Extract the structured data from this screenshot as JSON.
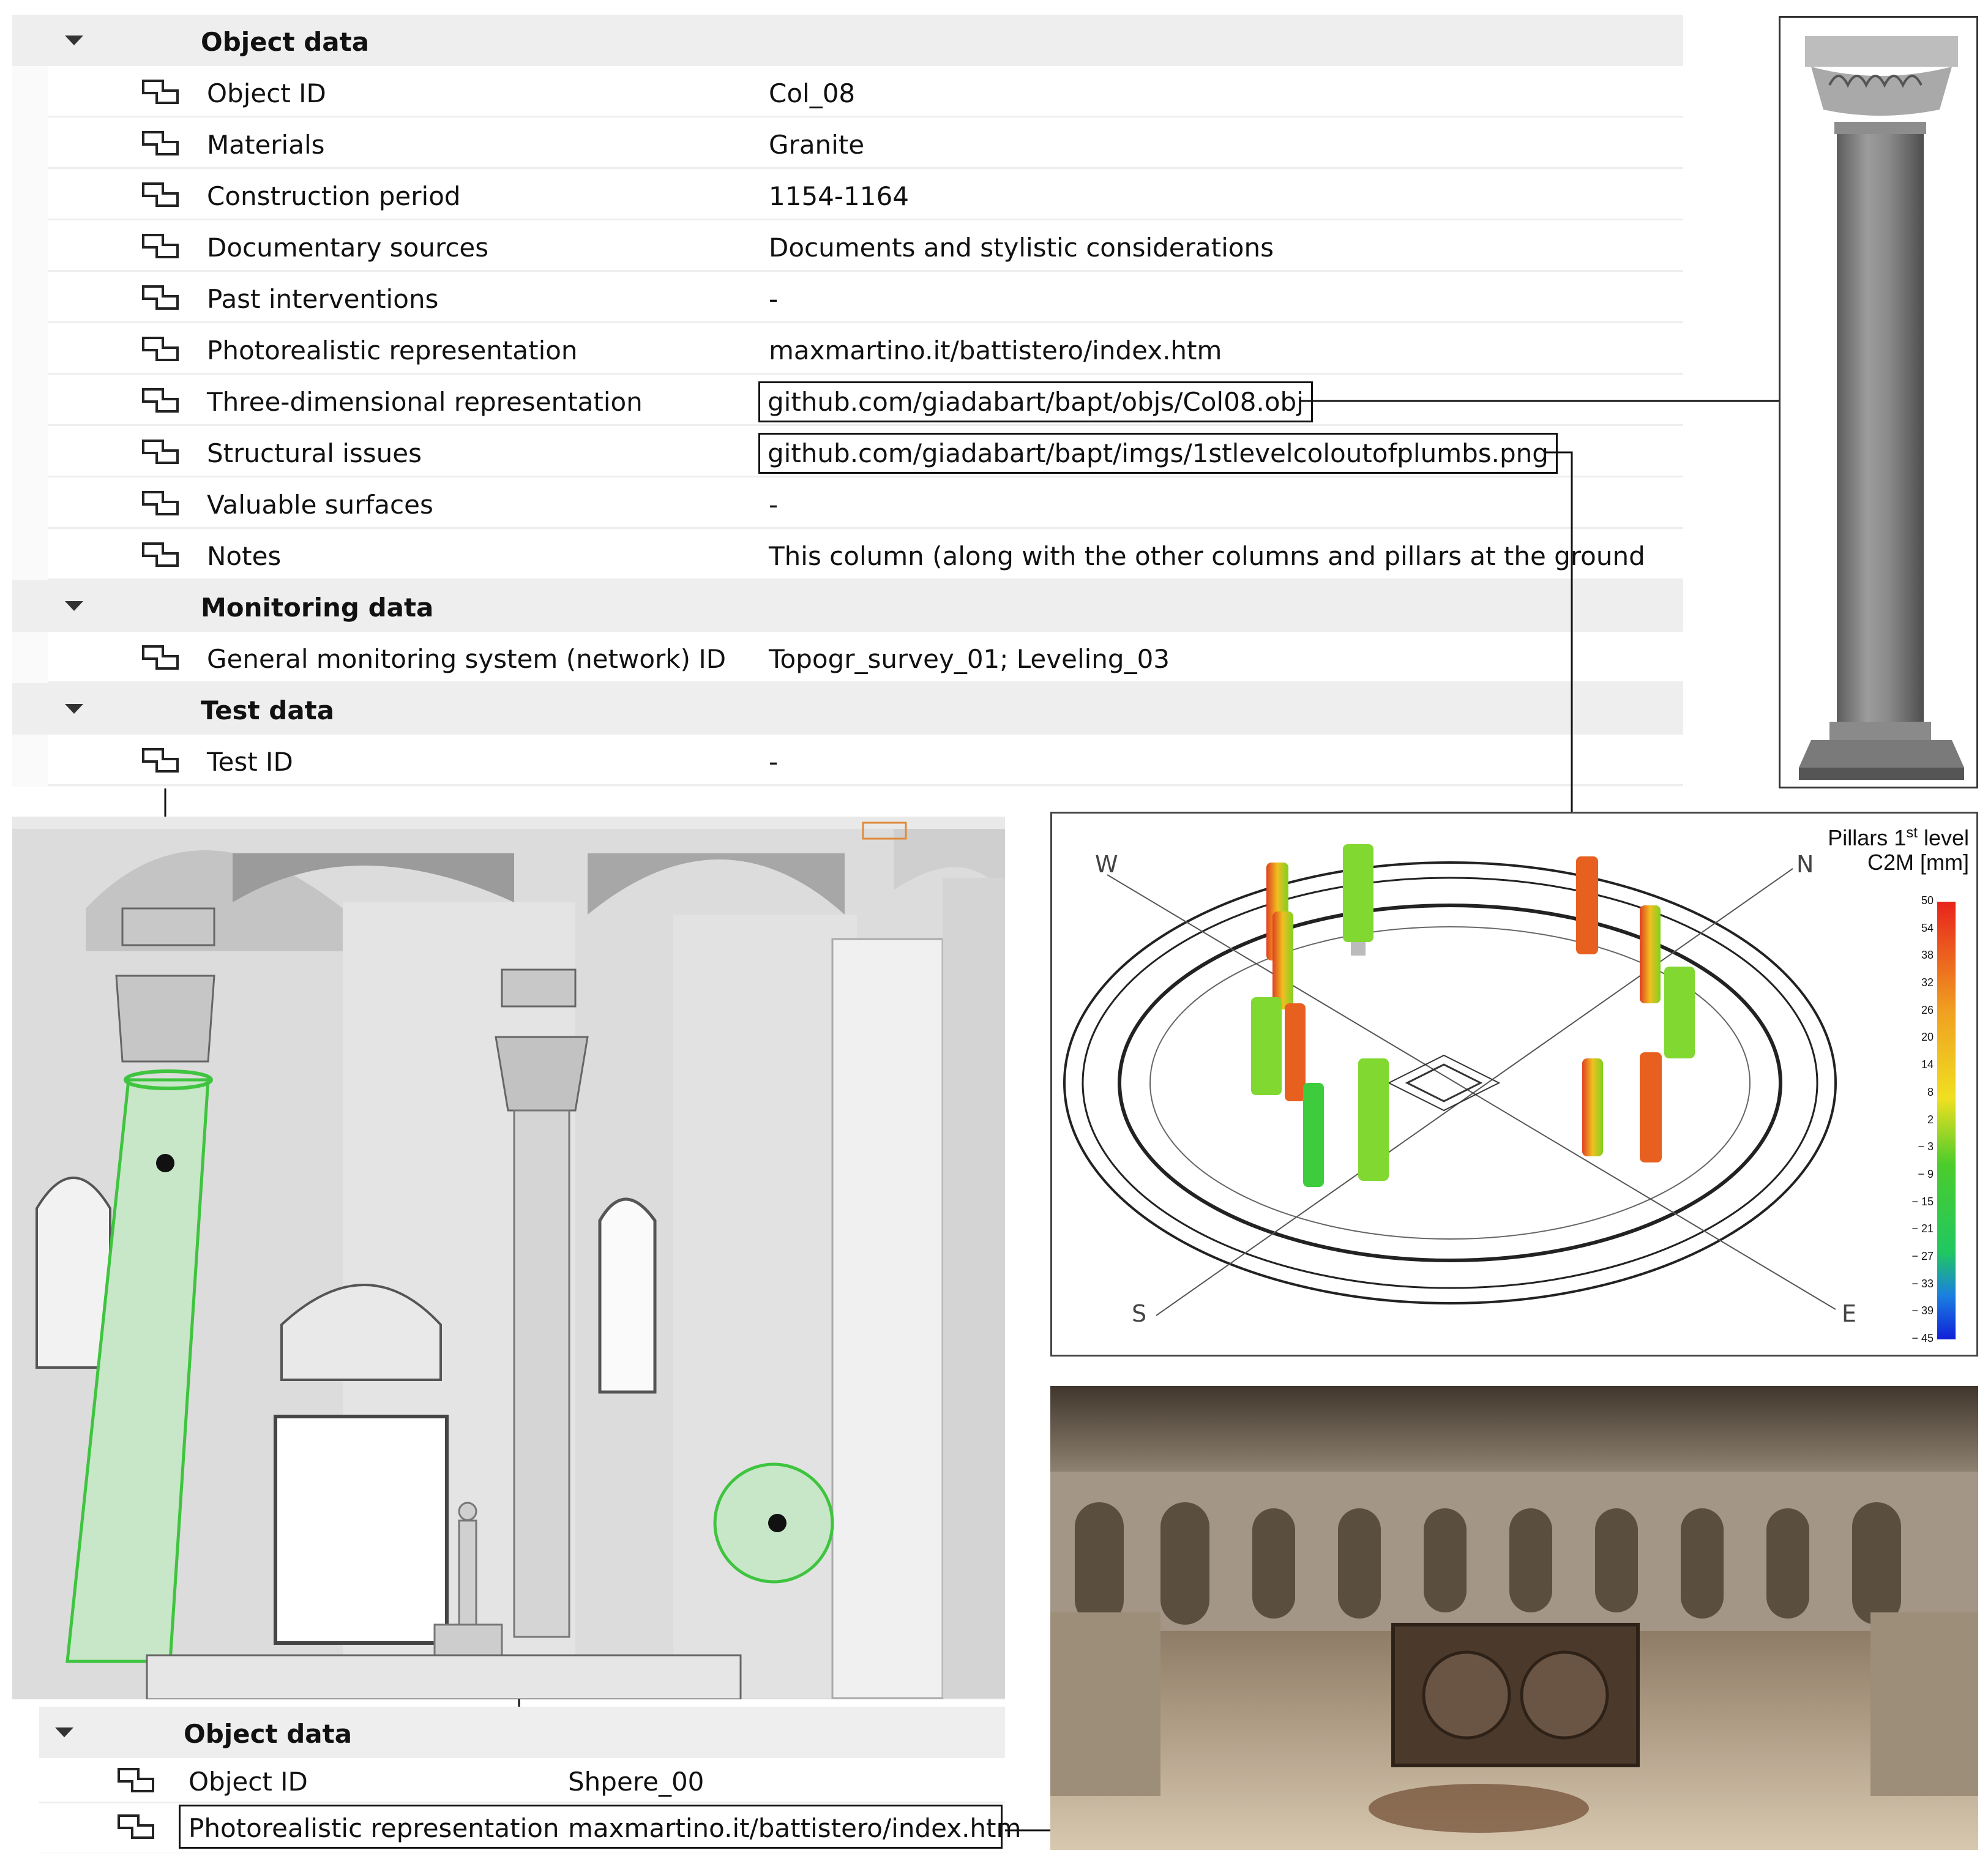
{
  "top_panel": {
    "groups": [
      {
        "title": "Object data",
        "rows": [
          {
            "key": "Object ID",
            "value": "Col_08"
          },
          {
            "key": "Materials",
            "value": "Granite"
          },
          {
            "key": "Construction period",
            "value": "1154-1164"
          },
          {
            "key": "Documentary sources",
            "value": "Documents and stylistic considerations"
          },
          {
            "key": "Past interventions",
            "value": "-"
          },
          {
            "key": "Photorealistic representation",
            "value": "maxmartino.it/battistero/index.htm"
          },
          {
            "key": "Three-dimensional representation",
            "value": "github.com/giadabart/bapt/objs/Col08.obj"
          },
          {
            "key": "Structural issues",
            "value": "github.com/giadabart/bapt/imgs/1stlevelcoloutofplumbs.png"
          },
          {
            "key": "Valuable surfaces",
            "value": "-"
          },
          {
            "key": "Notes",
            "value": "This column (along with the other columns and pillars at the ground"
          }
        ]
      },
      {
        "title": "Monitoring data",
        "rows": [
          {
            "key": "General monitoring system (network) ID",
            "value": "Topogr_survey_01; Leveling_03"
          }
        ]
      },
      {
        "title": "Test data",
        "rows": [
          {
            "key": "Test ID",
            "value": "-"
          }
        ]
      }
    ]
  },
  "bottom_panel": {
    "title": "Object data",
    "rows": [
      {
        "key": "Object ID",
        "value": "Shpere_00"
      },
      {
        "key": "Photorealistic representation",
        "value": "maxmartino.it/battistero/index.htm"
      }
    ]
  },
  "chart": {
    "title_line1": "Pillars 1",
    "title_sup": "st",
    "title_line1_end": " level",
    "title_line2": "C2M [mm]",
    "compass": {
      "w": "W",
      "n": "N",
      "e": "E",
      "s": "S"
    },
    "colorbar_ticks": [
      "50",
      "54",
      "38",
      "32",
      "26",
      "20",
      "14",
      "8",
      "2",
      "− 3",
      "− 9",
      "− 15",
      "− 21",
      "− 27",
      "− 33",
      "− 39",
      "− 45"
    ]
  },
  "colors": {
    "group_bg": "#eeeeee",
    "selection_green": "#39c43a",
    "column_fill": "#c9e6c9"
  }
}
